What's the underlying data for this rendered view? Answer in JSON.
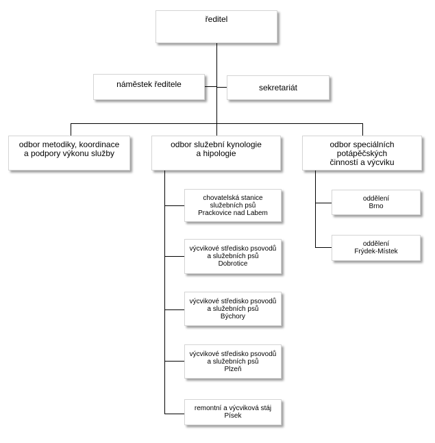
{
  "org_chart": {
    "director": "ředitel",
    "deputy": "náměstek ředitele",
    "secretariat": "sekretariát",
    "departments": [
      {
        "label": "odbor metodiky, koordinace\na podpory výkonu služby"
      },
      {
        "label": "odbor služební kynologie\na hipologie"
      },
      {
        "label": "odbor speciálních potápěčských\nčinností a výcviku"
      }
    ],
    "kynology_units": [
      {
        "label": "chovatelská stanice\nslužebních psů\nPrackovice nad Labem"
      },
      {
        "label": "výcvikové středisko psovodů\na služebních psů\nDobrotice"
      },
      {
        "label": "výcvikové středisko psovodů\na služebních psů\nBýchory"
      },
      {
        "label": "výcvikové středisko psovodů\na služebních psů\nPlzeň"
      },
      {
        "label": "remontní a výcviková stáj\nPísek"
      }
    ],
    "diving_units": [
      {
        "label": "oddělení\nBrno"
      },
      {
        "label": "oddělení\nFrýdek-Místek"
      }
    ]
  }
}
